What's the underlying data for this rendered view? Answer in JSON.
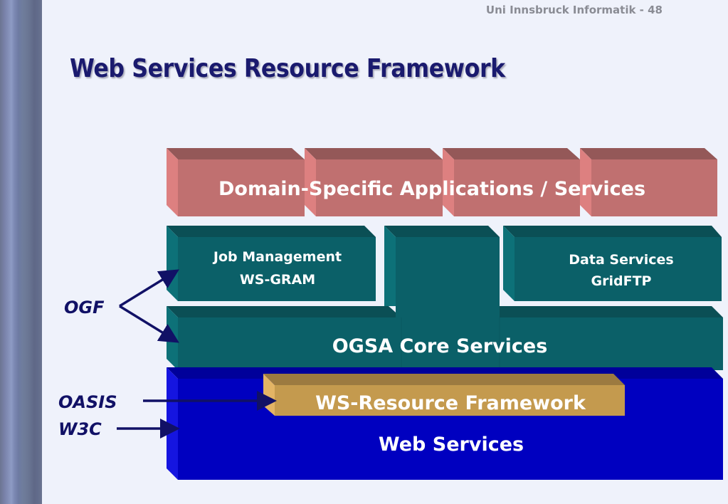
{
  "header": {
    "slide_number_text": "Uni Innsbruck Informatik - 48",
    "title": "Web Services Resource Framework"
  },
  "colors": {
    "background": "#eff2fb",
    "title": "#1a1a6e",
    "domain_layer": "#c07070",
    "ogsa_layer": "#0b6068",
    "wsrf_layer": "#c49a4e",
    "web_services_layer": "#0000c0",
    "arrow": "#111166"
  },
  "diagram": {
    "layers": {
      "domain": {
        "label": "Domain-Specific Applications / Services"
      },
      "job_management": {
        "line1": "Job Management",
        "line2": "WS-GRAM"
      },
      "data_services": {
        "line1": "Data Services",
        "line2": "GridFTP"
      },
      "ogsa_core": {
        "label": "OGSA Core Services"
      },
      "wsrf": {
        "label": "WS-Resource Framework"
      },
      "web_services": {
        "label": "Web Services"
      }
    },
    "organizations": {
      "ogf": "OGF",
      "oasis": "OASIS",
      "w3c": "W3C"
    }
  }
}
